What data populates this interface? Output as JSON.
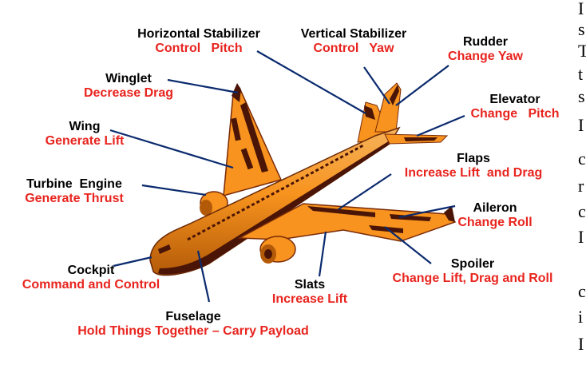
{
  "colors": {
    "label": "#000000",
    "role": "#e8241e",
    "airframe_orange": "#f7931e",
    "airframe_dark": "#4a1406",
    "leader_line": "#0a2a6e"
  },
  "parts": [
    {
      "id": "horizontal-stabilizer",
      "name": "Horizontal Stabilizer",
      "role": "Control   Pitch"
    },
    {
      "id": "vertical-stabilizer",
      "name": "Vertical Stabilizer",
      "role": "Control   Yaw"
    },
    {
      "id": "rudder",
      "name": "Rudder",
      "role": "Change Yaw"
    },
    {
      "id": "winglet",
      "name": "Winglet",
      "role": "Decrease Drag"
    },
    {
      "id": "elevator",
      "name": "Elevator",
      "role": "Change   Pitch"
    },
    {
      "id": "wing",
      "name": "Wing",
      "role": "Generate Lift"
    },
    {
      "id": "flaps",
      "name": "Flaps",
      "role": "Increase Lift  and Drag"
    },
    {
      "id": "turbine-engine",
      "name": "Turbine  Engine",
      "role": "Generate Thrust"
    },
    {
      "id": "aileron",
      "name": "Aileron",
      "role": "Change Roll"
    },
    {
      "id": "spoiler",
      "name": "Spoiler",
      "role": "Change Lift, Drag and Roll"
    },
    {
      "id": "cockpit",
      "name": "Cockpit",
      "role": "Command and Control"
    },
    {
      "id": "slats",
      "name": "Slats",
      "role": "Increase Lift"
    },
    {
      "id": "fuselage",
      "name": "Fuselage",
      "role": "Hold Things Together – Carry Payload"
    }
  ],
  "edge_text": [
    "I",
    "s",
    "T",
    "t",
    "s",
    "I",
    "c",
    "r",
    "c",
    "I",
    "c",
    "i",
    "I"
  ]
}
